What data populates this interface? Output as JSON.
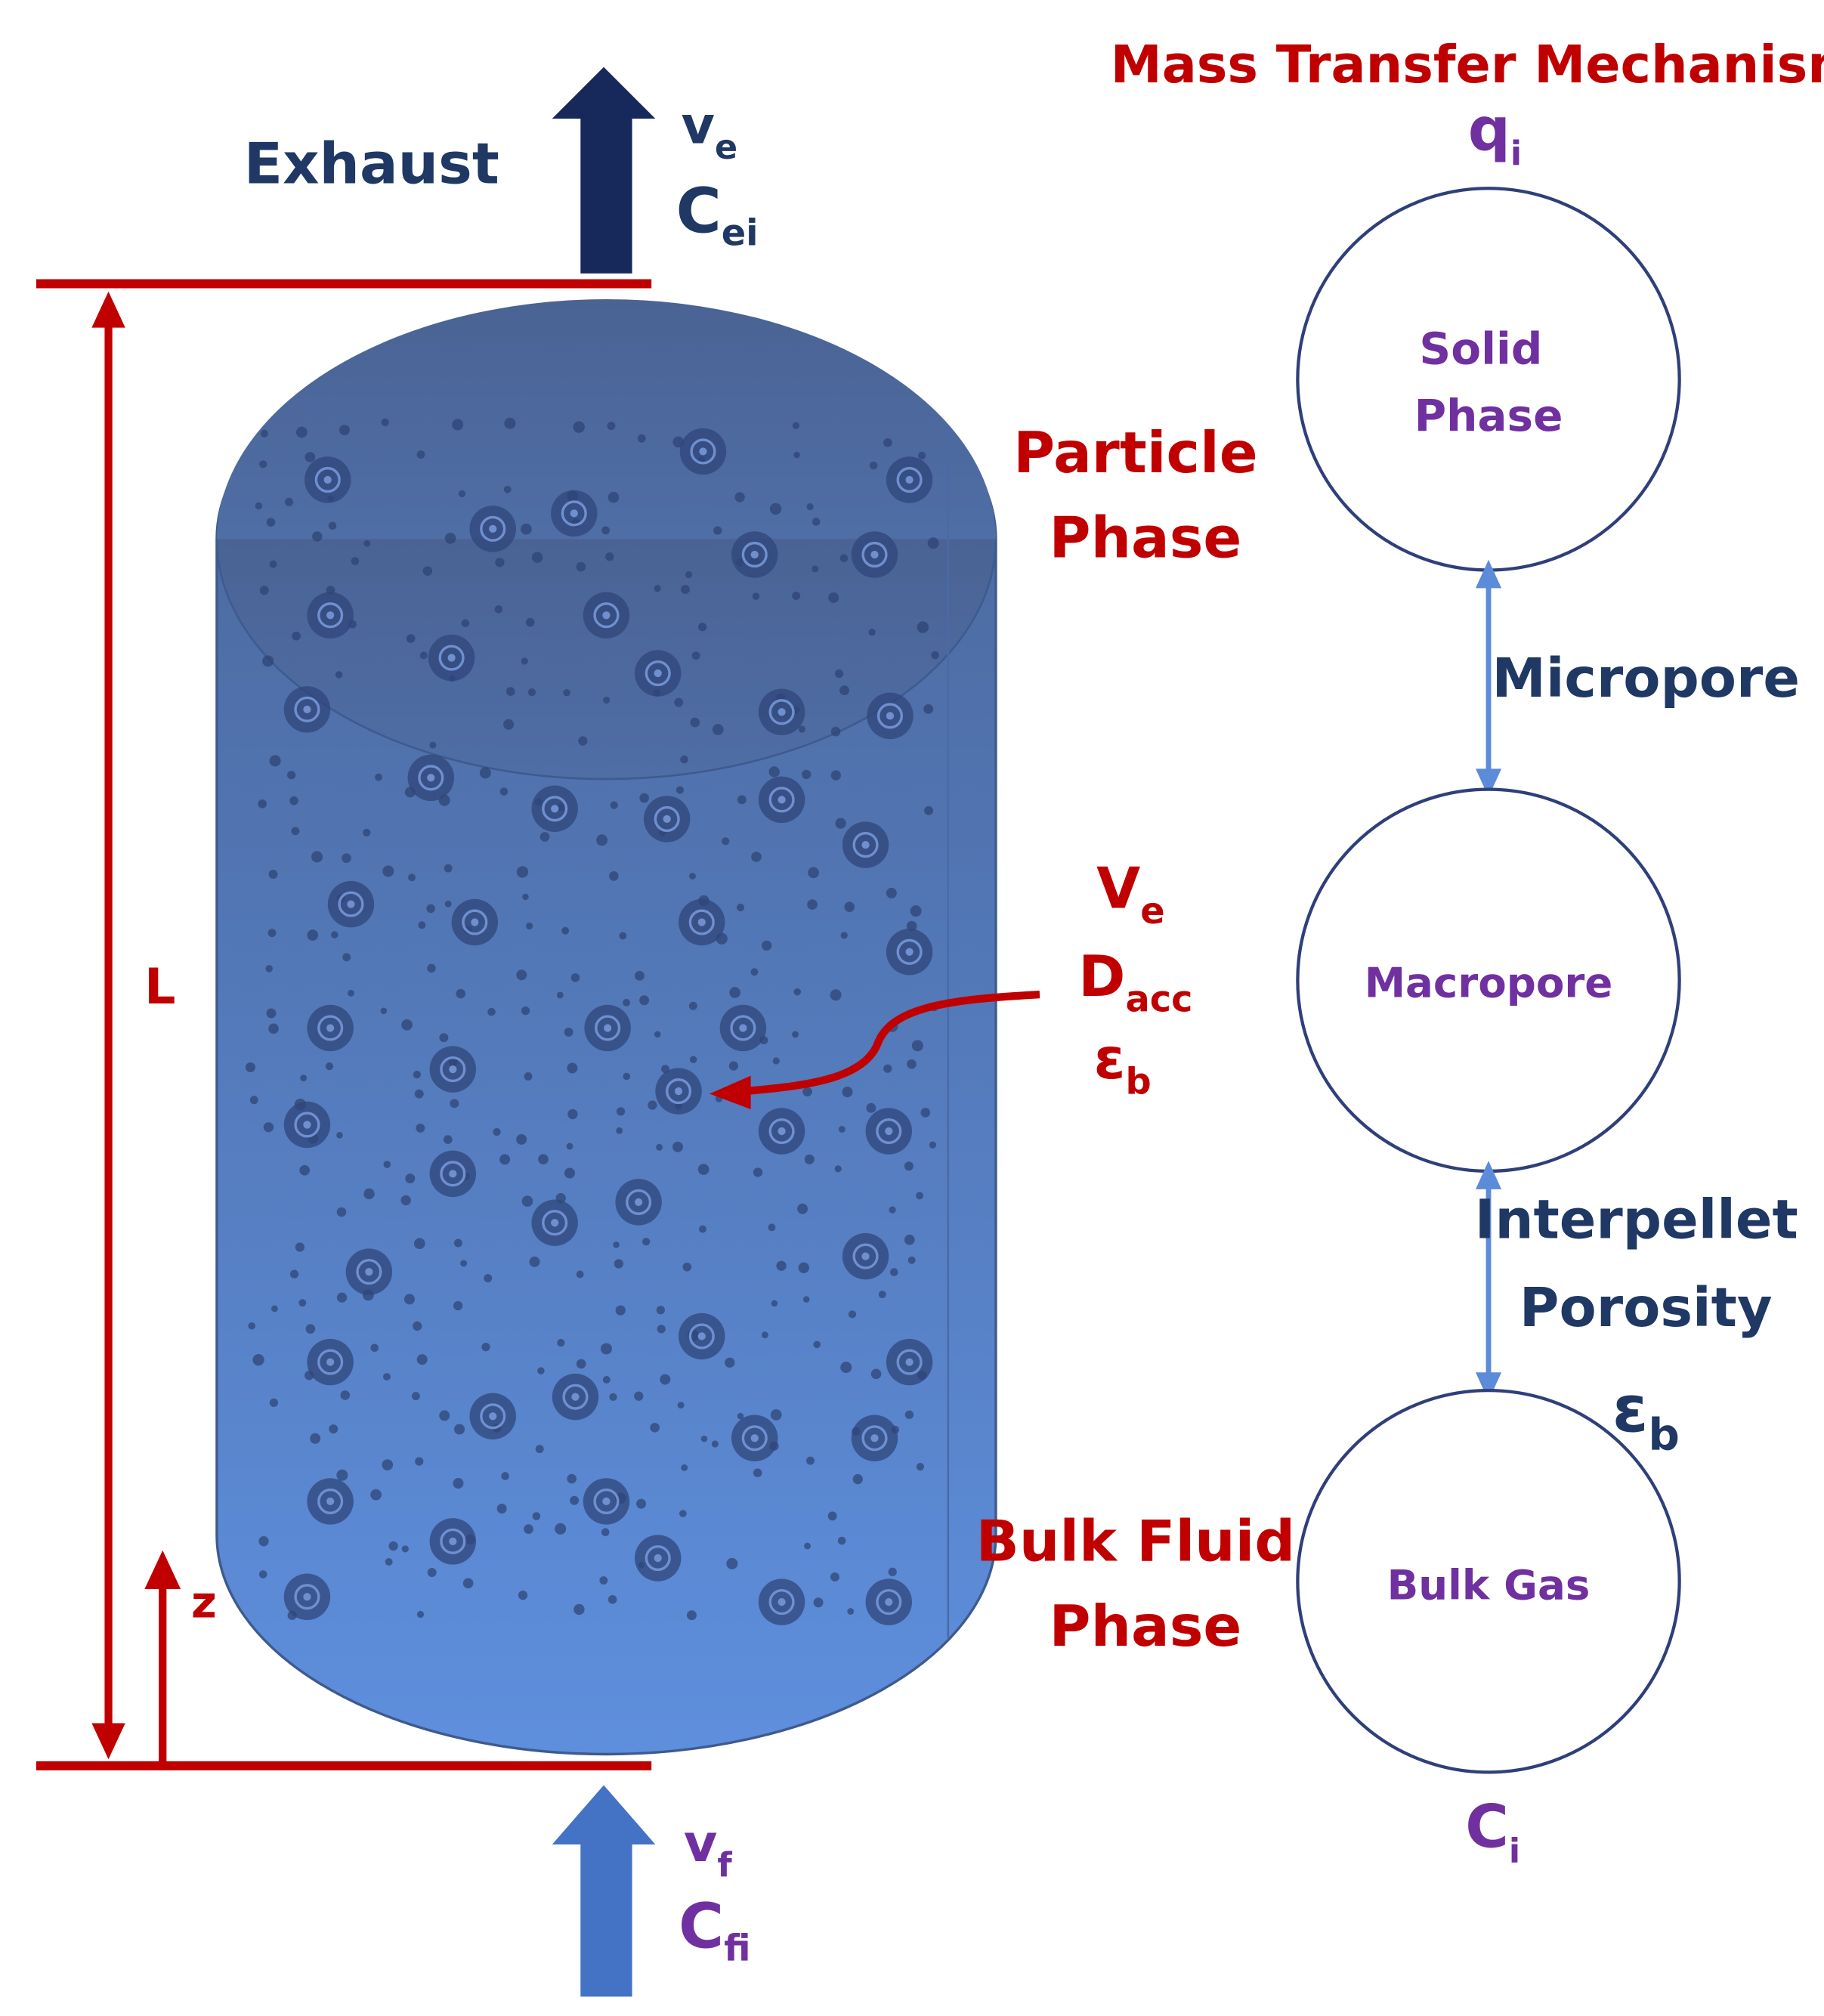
{
  "title": "Mass Transfer Mechanism",
  "exhaust_label": "Exhaust",
  "top_outlet": {
    "velocity_base": "v",
    "velocity_sub": "e",
    "conc_base": "C",
    "conc_sub": "ei"
  },
  "bottom_inlet": {
    "velocity_base": "v",
    "velocity_sub": "f",
    "conc_base": "C",
    "conc_sub": "fi"
  },
  "length_label": "L",
  "axis_label": "z",
  "particle_phase": [
    "Particle",
    "Phase"
  ],
  "bulk_fluid_phase": [
    "Bulk Fluid",
    "Phase"
  ],
  "pellet_params": {
    "v_base": "V",
    "v_sub": "e",
    "d_base": "D",
    "d_sub": "acc",
    "eps_base": "ε",
    "eps_sub": "b"
  },
  "mechanism": {
    "q_base": "q",
    "q_sub": "i",
    "solid_phase": [
      "Solid",
      "Phase"
    ],
    "micropore": "Micropore",
    "macropore": "Macropore",
    "interpellet": [
      "Interpellet",
      "Porosity"
    ],
    "eps_base": "ε",
    "eps_sub": "b",
    "bulk_gas": "Bulk Gas",
    "c_base": "C",
    "c_sub": "i"
  },
  "colors": {
    "red": "#c00000",
    "navy": "#1f3864",
    "purple": "#7030a0",
    "arrow_blue": "#4472c4",
    "column_top": "#4a6598",
    "column_bottom": "#5b8bd9"
  }
}
